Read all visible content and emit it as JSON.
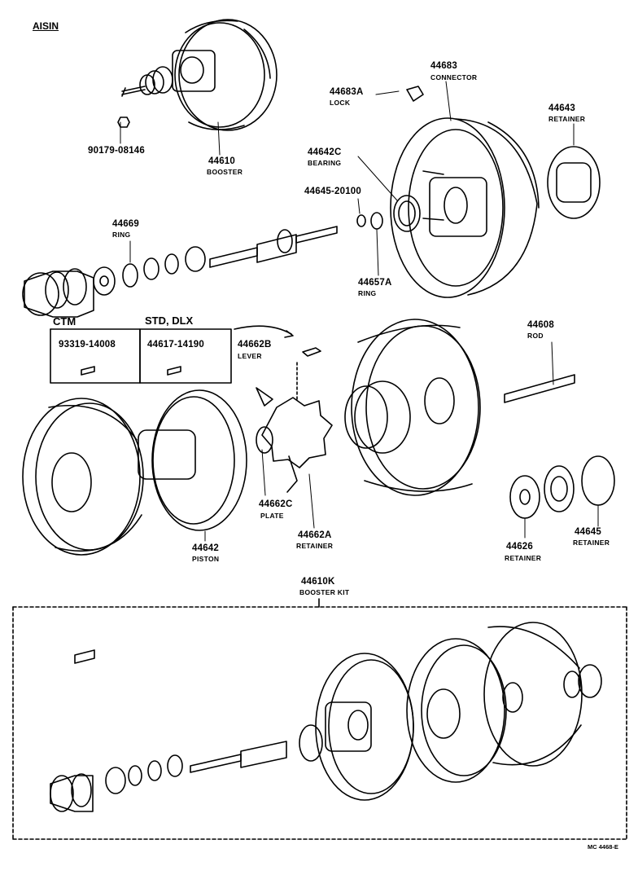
{
  "brand": "AISIN",
  "variants": {
    "ctm": "CTM",
    "std": "STD, DLX"
  },
  "parts": {
    "p90179": {
      "num": "90179-08146"
    },
    "p44610": {
      "num": "44610",
      "name": "BOOSTER"
    },
    "p44683A": {
      "num": "44683A",
      "name": "LOCK"
    },
    "p44683": {
      "num": "44683",
      "name": "CONNECTOR"
    },
    "p44643": {
      "num": "44643",
      "name": "RETAINER"
    },
    "p44642C": {
      "num": "44642C",
      "name": "BEARING"
    },
    "p44645_20100": {
      "num": "44645-20100"
    },
    "p44669": {
      "num": "44669",
      "name": "RING"
    },
    "p44657A": {
      "num": "44657A",
      "name": "RING"
    },
    "p93319": {
      "num": "93319-14008"
    },
    "p44617": {
      "num": "44617-14190"
    },
    "p44662B": {
      "num": "44662B",
      "name": "LEVER"
    },
    "p44608": {
      "num": "44608",
      "name": "ROD"
    },
    "p44662C": {
      "num": "44662C",
      "name": "PLATE"
    },
    "p44662A": {
      "num": "44662A",
      "name": "RETAINER"
    },
    "p44642": {
      "num": "44642",
      "name": "PISTON"
    },
    "p44626": {
      "num": "44626",
      "name": "RETAINER"
    },
    "p44645": {
      "num": "44645",
      "name": "RETAINER"
    },
    "p44610K": {
      "num": "44610K",
      "name": "BOOSTER KIT"
    }
  },
  "figure_code": "MC 4468-E"
}
